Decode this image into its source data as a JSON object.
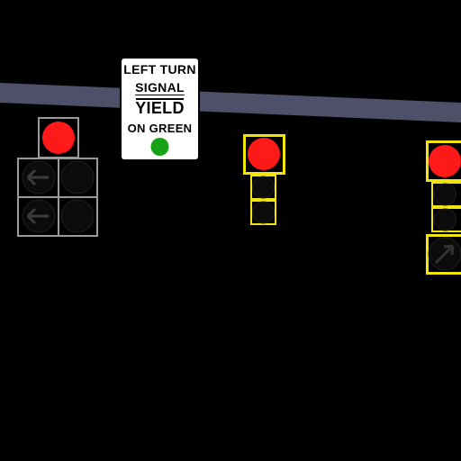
{
  "sign": {
    "line1": "LEFT TURN",
    "line2": "SIGNAL",
    "line3": "YIELD",
    "line4": "ON GREEN"
  },
  "colors": {
    "background": "#000000",
    "mast_arm": "#4d5068",
    "signal_red": "#ff1a1a",
    "signal_off": "#0b0b0b",
    "backplate_gray": "#9a9a9a",
    "backplate_yellow": "#f2e40d",
    "sign_green_dot": "#17a317"
  },
  "signals": [
    {
      "id": "left-turn-cluster",
      "active": "red",
      "arrows": "left"
    },
    {
      "id": "center-signal",
      "active": "red"
    },
    {
      "id": "right-signal",
      "active": "red",
      "arrows": "right"
    }
  ]
}
